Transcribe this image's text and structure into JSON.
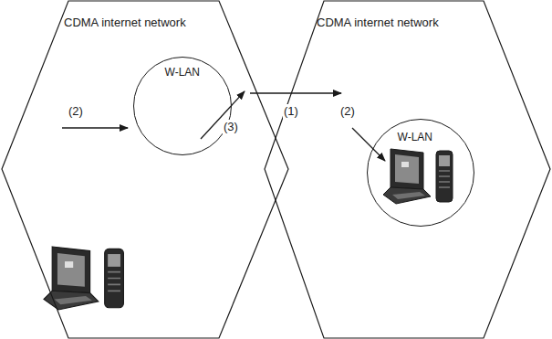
{
  "diagram": {
    "nodes": [
      {
        "text": [
          "CDMA internet network"
        ]
      },
      {
        "text": [
          "W-LAN"
        ],
        "in": 0
      },
      {
        "text": [
          "CDMA internet network"
        ]
      },
      {
        "text": [
          "W-LAN"
        ],
        "in": 2
      }
    ],
    "labels": [
      "(2)",
      "(3)",
      "(1)",
      "(2)"
    ]
  }
}
